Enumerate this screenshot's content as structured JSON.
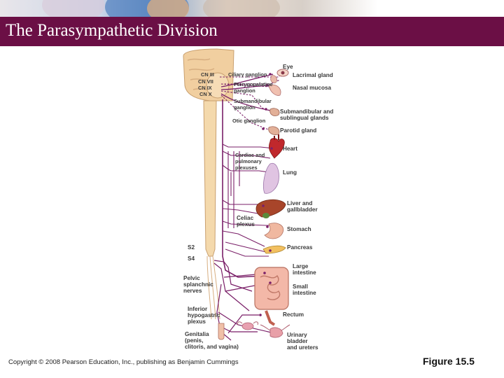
{
  "slide": {
    "title": "The Parasympathetic Division",
    "copyright": "Copyright © 2008 Pearson Education, Inc., publishing as Benjamin Cummings",
    "figure_number": "Figure 15.5"
  },
  "colors": {
    "title_bar": "#6b0f45",
    "nerve": "#7a1f68",
    "spinal_cord": "#f4d9ac"
  },
  "diagram": {
    "cranial_nerves": [
      "CN III",
      "CN VII",
      "CN IX",
      "CN X"
    ],
    "ganglia": {
      "ciliary": "Ciliary ganglion",
      "pterygopalatine": [
        "Pterygopalatine",
        "ganglion"
      ],
      "submandibular": [
        "Submandibular",
        "ganglion"
      ],
      "otic": "Otic ganglion"
    },
    "plexuses": {
      "cardiac": [
        "Cardiac and",
        "pulmonary",
        "plexuses"
      ],
      "celiac": [
        "Celiac",
        "plexus"
      ],
      "pelvic": [
        "Pelvic",
        "splanchnic",
        "nerves"
      ],
      "hypogastric": [
        "Inferior",
        "hypogastric",
        "plexus"
      ]
    },
    "segments": [
      "S2",
      "S4"
    ],
    "organs": {
      "eye": "Eye",
      "lacrimal": "Lacrimal gland",
      "nasal": "Nasal mucosa",
      "submandibular": [
        "Submandibular and",
        "sublingual glands"
      ],
      "parotid": "Parotid gland",
      "heart": "Heart",
      "lung": "Lung",
      "liver": [
        "Liver and",
        "gallbladder"
      ],
      "stomach": "Stomach",
      "pancreas": "Pancreas",
      "large_intestine": [
        "Large",
        "intestine"
      ],
      "small_intestine": [
        "Small",
        "intestine"
      ],
      "rectum": "Rectum",
      "bladder": [
        "Urinary",
        "bladder",
        "and ureters"
      ],
      "genitalia": [
        "Genitalia",
        "(penis,",
        "clitoris, and vagina)"
      ]
    }
  }
}
